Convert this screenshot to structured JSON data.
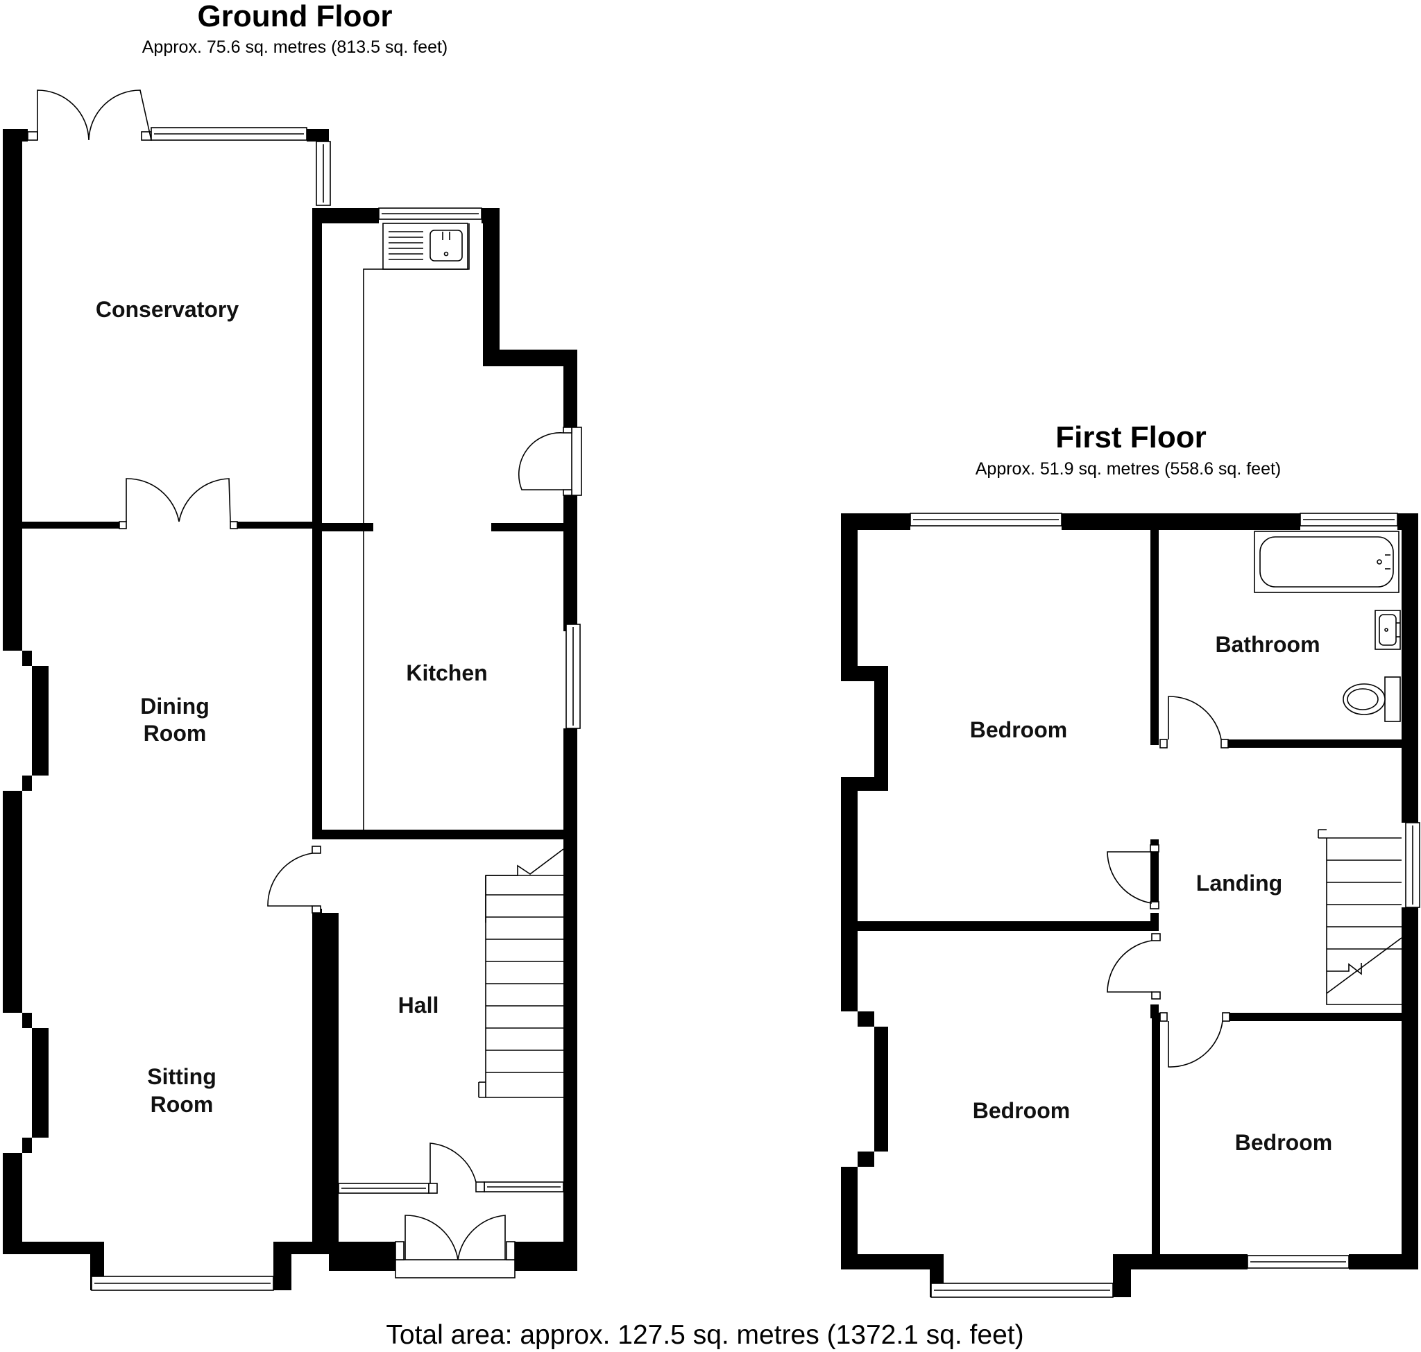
{
  "ground_floor": {
    "title": "Ground Floor",
    "area": "Approx.  75.6 sq. metres (813.5 sq. feet)",
    "rooms": {
      "conservatory": "Conservatory",
      "dining_line1": "Dining",
      "dining_line2": "Room",
      "kitchen": "Kitchen",
      "hall": "Hall",
      "sitting_line1": "Sitting",
      "sitting_line2": "Room"
    }
  },
  "first_floor": {
    "title": "First Floor",
    "area": "Approx.  51.9 sq. metres (558.6 sq. feet)",
    "rooms": {
      "bedroom_1": "Bedroom",
      "bathroom": "Bathroom",
      "landing": "Landing",
      "bedroom_2": "Bedroom",
      "bedroom_3": "Bedroom"
    }
  },
  "total_area": "Total area: approx. 127.5 sq. metres (1372.1 sq. feet)"
}
